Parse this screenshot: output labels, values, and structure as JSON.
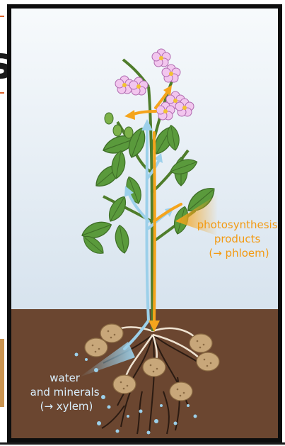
{
  "labels": {
    "photosynthesis": [
      "photosynthesis",
      "products",
      "(→ phloem)"
    ],
    "water": [
      "water",
      "and minerals",
      "(→ xylem)"
    ]
  },
  "colors": {
    "sky_top": "#f7fafc",
    "sky_bottom": "#d7e3ee",
    "soil": "#6b4630",
    "leaf": "#5a9a3c",
    "leaf_dark": "#3f6f28",
    "stem": "#4f7d2b",
    "phloem_arrow": "#f5a41c",
    "xylem_arrow": "#9cd0ea",
    "flower": "#f2c6ee",
    "tuber": "#c8a77a",
    "root": "#2b1b12",
    "label_orange": "#f39a12",
    "label_blue": "#d9eefc"
  }
}
